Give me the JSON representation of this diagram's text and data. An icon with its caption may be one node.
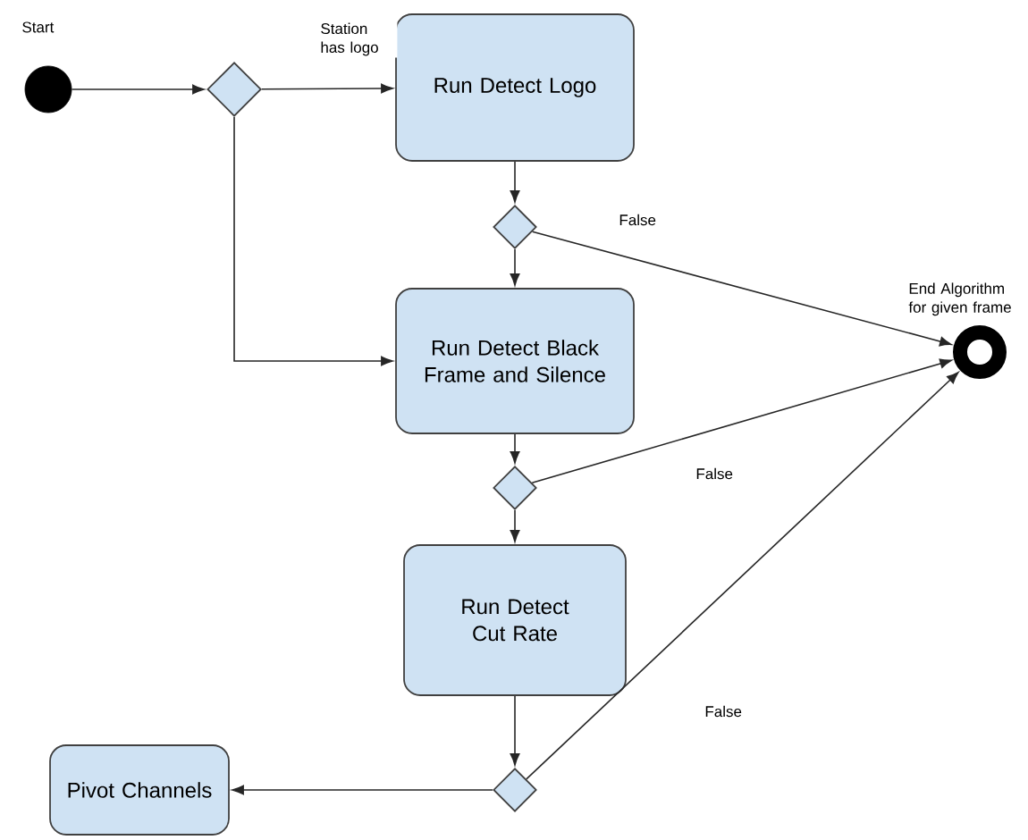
{
  "diagram": {
    "nodes": [
      {
        "text": [],
        "shape": "circle",
        "beside": [
          "Start"
        ]
      },
      {
        "text": [],
        "shape": "diamond"
      },
      {
        "text": [
          "Run Detect Logo"
        ]
      },
      {
        "text": [],
        "shape": "diamond"
      },
      {
        "text": [
          "Run Detect Black Frame and Silence"
        ]
      },
      {
        "text": [],
        "shape": "diamond"
      },
      {
        "text": [
          "Run Detect Cut Rate"
        ]
      },
      {
        "text": [],
        "shape": "diamond"
      },
      {
        "text": [
          "Pivot Channels"
        ]
      },
      {
        "text": [],
        "shape": "ring",
        "beside": [
          "End Algorithm for given frame"
        ]
      }
    ],
    "edges": [
      {
        "from": 0,
        "to": 1,
        "arrow": "to"
      },
      {
        "from": 1,
        "to": 2,
        "arrow": "to",
        "label": "Station has logo"
      },
      {
        "from": 1,
        "to": 4,
        "arrow": "to"
      },
      {
        "from": 2,
        "to": 3,
        "arrow": "to"
      },
      {
        "from": 3,
        "to": 4,
        "arrow": "to"
      },
      {
        "from": 3,
        "to": 9,
        "arrow": "to",
        "label": "False"
      },
      {
        "from": 4,
        "to": 5,
        "arrow": "to"
      },
      {
        "from": 5,
        "to": 9,
        "arrow": "to",
        "label": "False"
      },
      {
        "from": 5,
        "to": 6,
        "arrow": "to"
      },
      {
        "from": 6,
        "to": 7,
        "arrow": "to"
      },
      {
        "from": 7,
        "to": 8,
        "arrow": "to"
      },
      {
        "from": 7,
        "to": 9,
        "arrow": "to",
        "label": "False"
      }
    ]
  }
}
